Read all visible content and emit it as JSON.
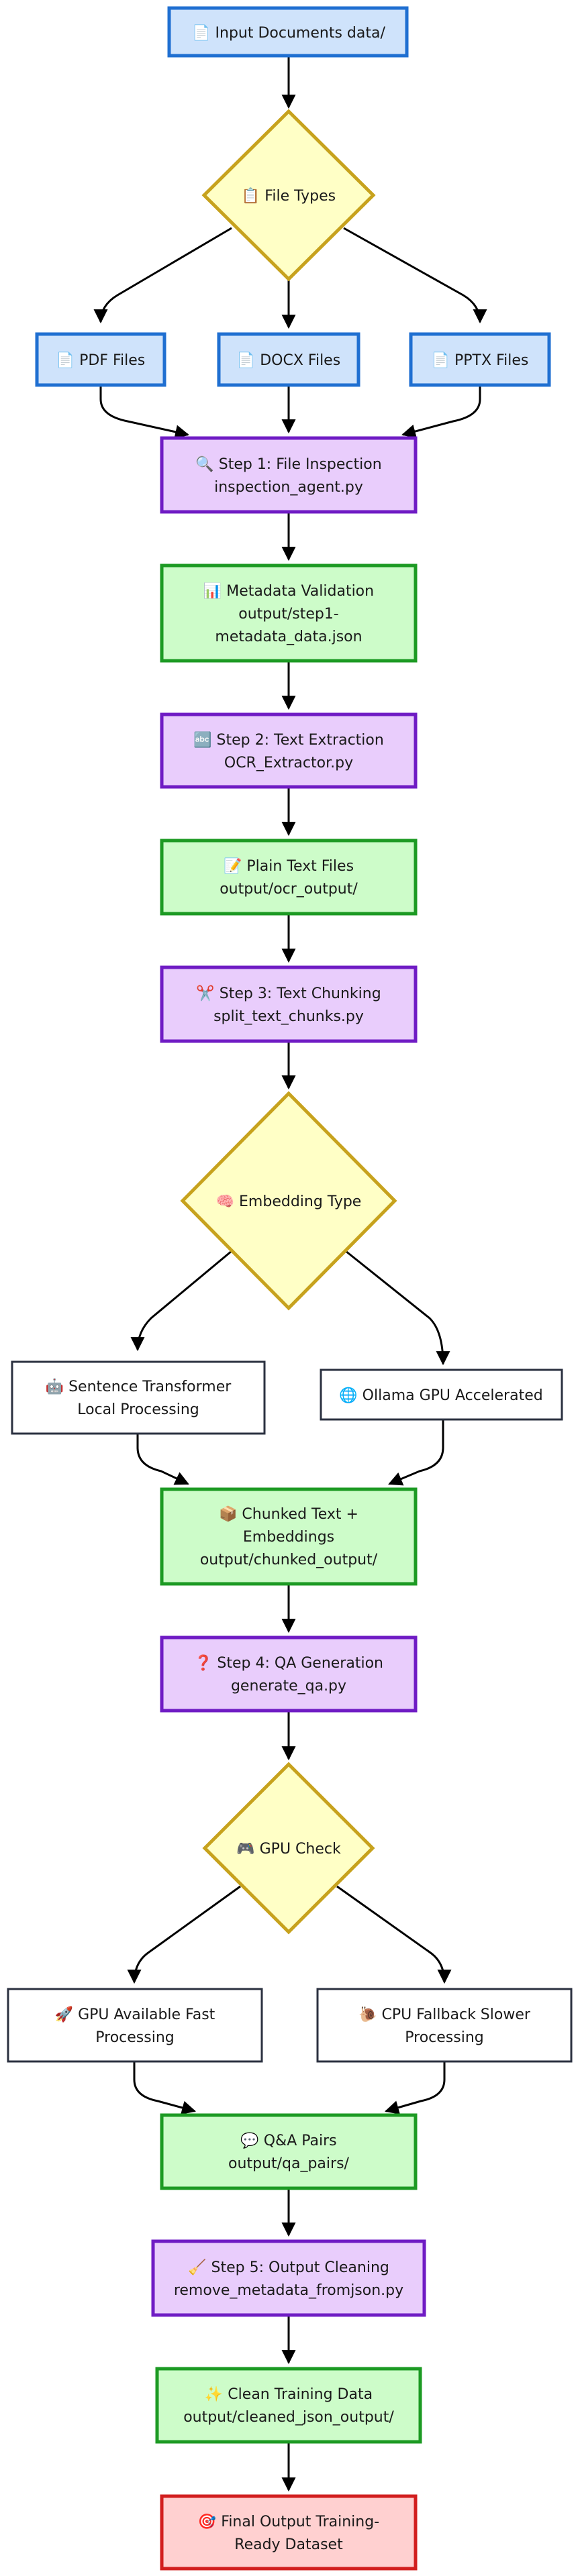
{
  "nodes": {
    "input": {
      "lines": [
        "📄 Input Documents data/"
      ]
    },
    "file_types": {
      "lines": [
        "📋 File Types"
      ]
    },
    "pdf": {
      "lines": [
        "📄 PDF Files"
      ]
    },
    "docx": {
      "lines": [
        "📄 DOCX Files"
      ]
    },
    "pptx": {
      "lines": [
        "📄 PPTX Files"
      ]
    },
    "step1": {
      "lines": [
        "🔍 Step 1: File Inspection",
        "inspection_agent.py"
      ]
    },
    "metadata": {
      "lines": [
        "📊 Metadata Validation",
        "output/step1-",
        "metadata_data.json"
      ]
    },
    "step2": {
      "lines": [
        "🔤 Step 2: Text Extraction",
        "OCR_Extractor.py"
      ]
    },
    "plain_text": {
      "lines": [
        "📝 Plain Text Files",
        "output/ocr_output/"
      ]
    },
    "step3": {
      "lines": [
        "✂️ Step 3: Text Chunking",
        "split_text_chunks.py"
      ]
    },
    "embed_type": {
      "lines": [
        "🧠 Embedding Type"
      ]
    },
    "sentence": {
      "lines": [
        "🤖 Sentence Transformer",
        "Local Processing"
      ]
    },
    "ollama": {
      "lines": [
        "🌐 Ollama GPU Accelerated"
      ]
    },
    "chunked": {
      "lines": [
        "📦 Chunked Text +",
        "Embeddings",
        "output/chunked_output/"
      ]
    },
    "step4": {
      "lines": [
        "❓ Step 4: QA Generation",
        "generate_qa.py"
      ]
    },
    "gpu_check": {
      "lines": [
        "🎮 GPU Check"
      ]
    },
    "gpu_fast": {
      "lines": [
        "🚀 GPU Available Fast",
        "Processing"
      ]
    },
    "cpu_slow": {
      "lines": [
        "🐌 CPU Fallback Slower",
        "Processing"
      ]
    },
    "qa_pairs": {
      "lines": [
        "💬 Q&A Pairs",
        "output/qa_pairs/"
      ]
    },
    "step5": {
      "lines": [
        "🧹 Step 5: Output Cleaning",
        "remove_metadata_fromjson.py"
      ]
    },
    "clean": {
      "lines": [
        "✨ Clean Training Data",
        "output/cleaned_json_output/"
      ]
    },
    "final": {
      "lines": [
        "🎯 Final Output Training-",
        "Ready Dataset"
      ]
    }
  }
}
